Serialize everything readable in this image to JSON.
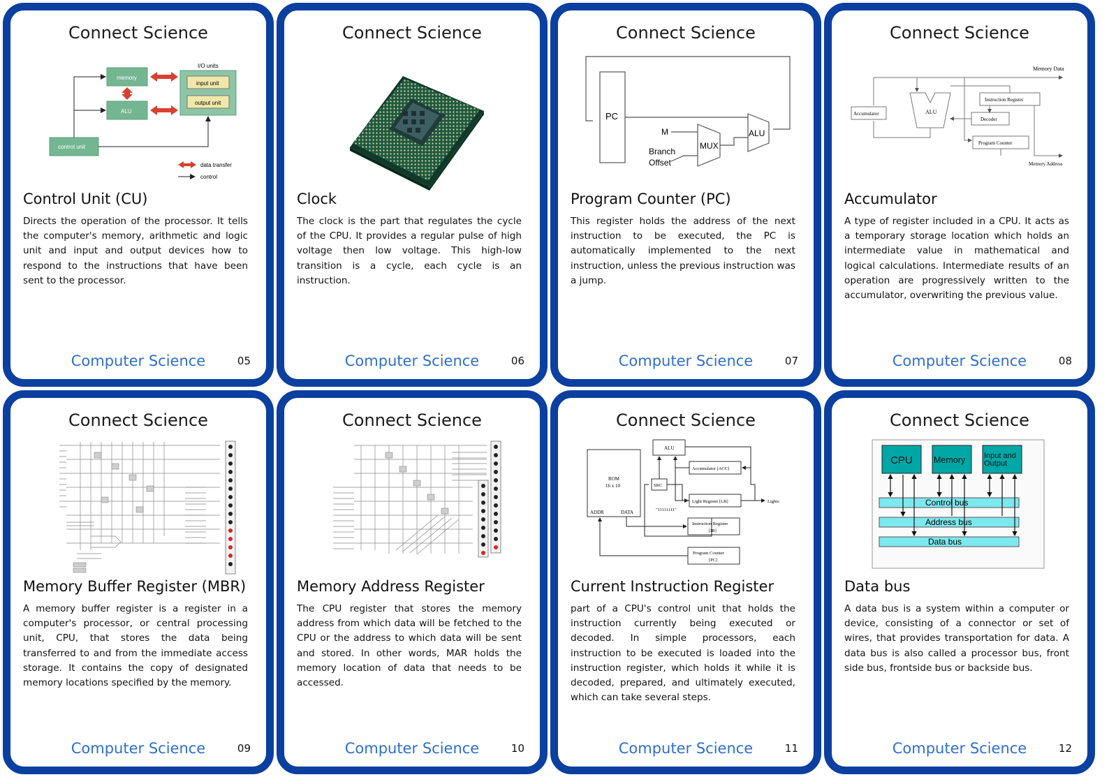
{
  "cards": [
    {
      "brand": "Connect Science",
      "title": "Control Unit (CU)",
      "description": "Directs the operation of the processor. It tells the computer's memory, arithmetic and logic unit and input and output devices how to respond to the instructions that have been sent to the processor.",
      "subject": "Computer Science",
      "number": "05",
      "diagram": {
        "io_header": "I/O units",
        "memory": "memory",
        "alu": "ALU",
        "input": "input unit",
        "output": "output unit",
        "control": "control unit",
        "legend_transfer": "data transfer",
        "legend_control": "control"
      }
    },
    {
      "brand": "Connect Science",
      "title": "Clock",
      "description": "The clock is the part that regulates the cycle of the CPU. It provides a regular pulse of high voltage then low voltage. This high-low transition is a cycle, each cycle is an instruction.",
      "subject": "Computer Science",
      "number": "06"
    },
    {
      "brand": "Connect Science",
      "title": "Program Counter (PC)",
      "description": "This register holds the address of the next instruction to be executed, the PC is automatically implemented to the next instruction, unless the previous instruction was a jump.",
      "subject": "Computer Science",
      "number": "07",
      "diagram": {
        "pc": "PC",
        "m": "M",
        "branch": "Branch",
        "offset": "Offset",
        "mux": "MUX",
        "alu": "ALU"
      }
    },
    {
      "brand": "Connect Science",
      "title": "Accumulator",
      "description": "A type of register included in a CPU. It acts as a temporary storage location which holds an intermediate value in mathematical and logical calculations. Intermediate results of an operation are progressively written to the accumulator, overwriting the previous value.",
      "subject": "Computer Science",
      "number": "08",
      "diagram": {
        "memory_data": "Memory Data",
        "accumulator": "Accumulator",
        "alu": "ALU",
        "instruction_register": "Instruction Register",
        "decoder": "Decoder",
        "program_counter": "Program Counter",
        "memory_address": "Memory Address"
      }
    },
    {
      "brand": "Connect Science",
      "title": "Memory Buffer Register (MBR)",
      "description": "A memory buffer register is a register in a computer's processor, or central processing unit, CPU, that stores the data being transferred to and from the immediate access storage. It contains the copy of designated memory locations specified by the memory.",
      "subject": "Computer Science",
      "number": "09"
    },
    {
      "brand": "Connect Science",
      "title": "Memory Address Register",
      "description": "The CPU register that stores the memory address from which data will be fetched to the CPU or the address to which data will be sent and stored. In other words, MAR holds the memory location of data that needs to be accessed.",
      "subject": "Computer Science",
      "number": "10"
    },
    {
      "brand": "Connect Science",
      "title": "Current Instruction Register",
      "description": "part of a CPU's control unit that holds the instruction currently being executed or decoded. In simple processors, each instruction to be executed is loaded into the instruction register, which holds it while it is decoded, prepared, and ultimately executed, which can take several steps.",
      "subject": "Computer Science",
      "number": "11",
      "diagram": {
        "rom1": "ROM",
        "rom2": "16 x 10",
        "addr": "ADDR",
        "data": "DATA",
        "alu": "ALU",
        "acc": "Accumulator [ACC]",
        "src": "SRC",
        "lr": "Light Register [LR]",
        "lights": "Lights",
        "ir1": "Instruction Register",
        "ir2": "[IR]",
        "pc1": "Program Counter",
        "pc2": "[PC]",
        "bits": "\"11111111\""
      }
    },
    {
      "brand": "Connect Science",
      "title": "Data bus",
      "description": "A data bus is a system within a computer or device, consisting of a connector or set of wires, that provides transportation for data. A data bus is also called a processor bus, front side bus, frontside bus or backside bus.",
      "subject": "Computer Science",
      "number": "12",
      "diagram": {
        "cpu": "CPU",
        "memory": "Memory",
        "io1": "Input and",
        "io2": "Output",
        "control_bus": "Control bus",
        "address_bus": "Address bus",
        "data_bus": "Data bus"
      }
    }
  ]
}
